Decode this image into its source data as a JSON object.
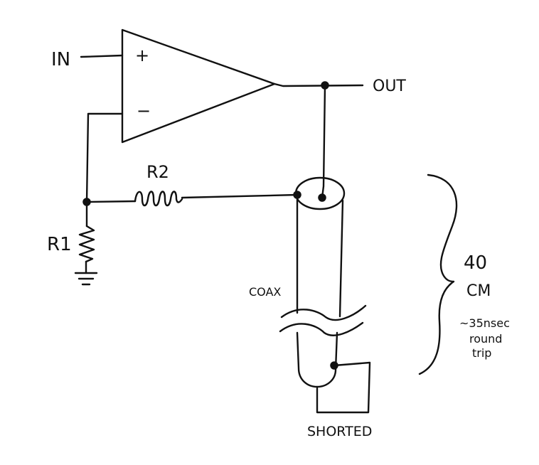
{
  "diagram": {
    "ink_color": "#111111",
    "background": "#ffffff",
    "labels": {
      "input": "IN",
      "output": "OUT",
      "plus": "+",
      "minus": "−",
      "r1": "R1",
      "r2": "R2",
      "coax": "COAX",
      "length": "40",
      "length_unit": "CM",
      "delay_line1": "~35nsec",
      "delay_line2": "round",
      "delay_line3": "trip",
      "shorted": "SHORTED"
    }
  }
}
